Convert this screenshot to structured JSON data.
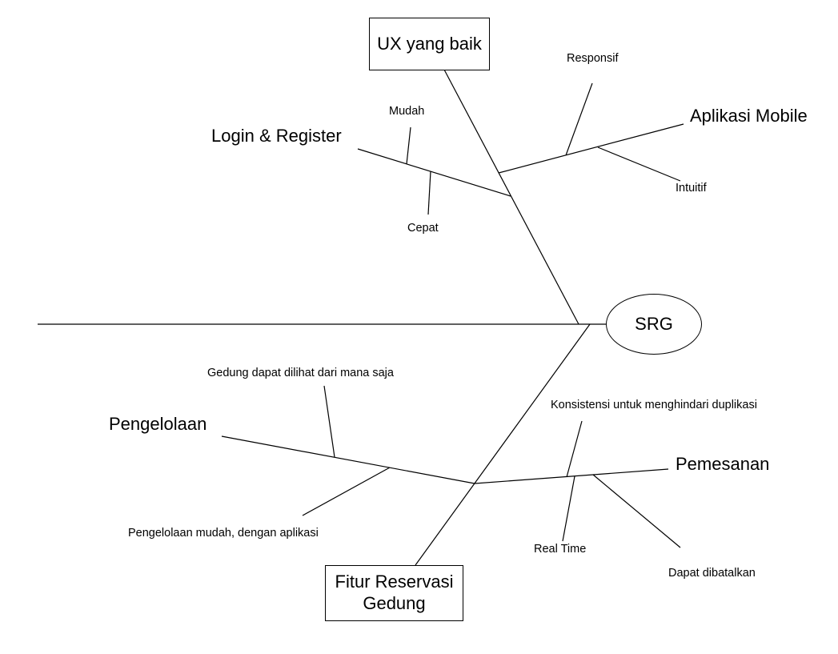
{
  "effect": "SRG",
  "categories": {
    "ux": {
      "title": "UX yang baik",
      "branches": {
        "login": {
          "label": "Login & Register",
          "causes": [
            "Mudah",
            "Cepat"
          ]
        },
        "mobile": {
          "label": "Aplikasi Mobile",
          "causes": [
            "Responsif",
            "Intuitif"
          ]
        }
      }
    },
    "reservasi": {
      "title_lines": [
        "Fitur Reservasi",
        "Gedung"
      ],
      "branches": {
        "pengelolaan": {
          "label": "Pengelolaan",
          "causes": [
            "Gedung dapat dilihat dari mana saja",
            "Pengelolaan mudah, dengan aplikasi"
          ]
        },
        "pemesanan": {
          "label": "Pemesanan",
          "causes": [
            "Konsistensi untuk menghindari duplikasi",
            "Real Time",
            "Dapat dibatalkan"
          ]
        }
      }
    }
  }
}
